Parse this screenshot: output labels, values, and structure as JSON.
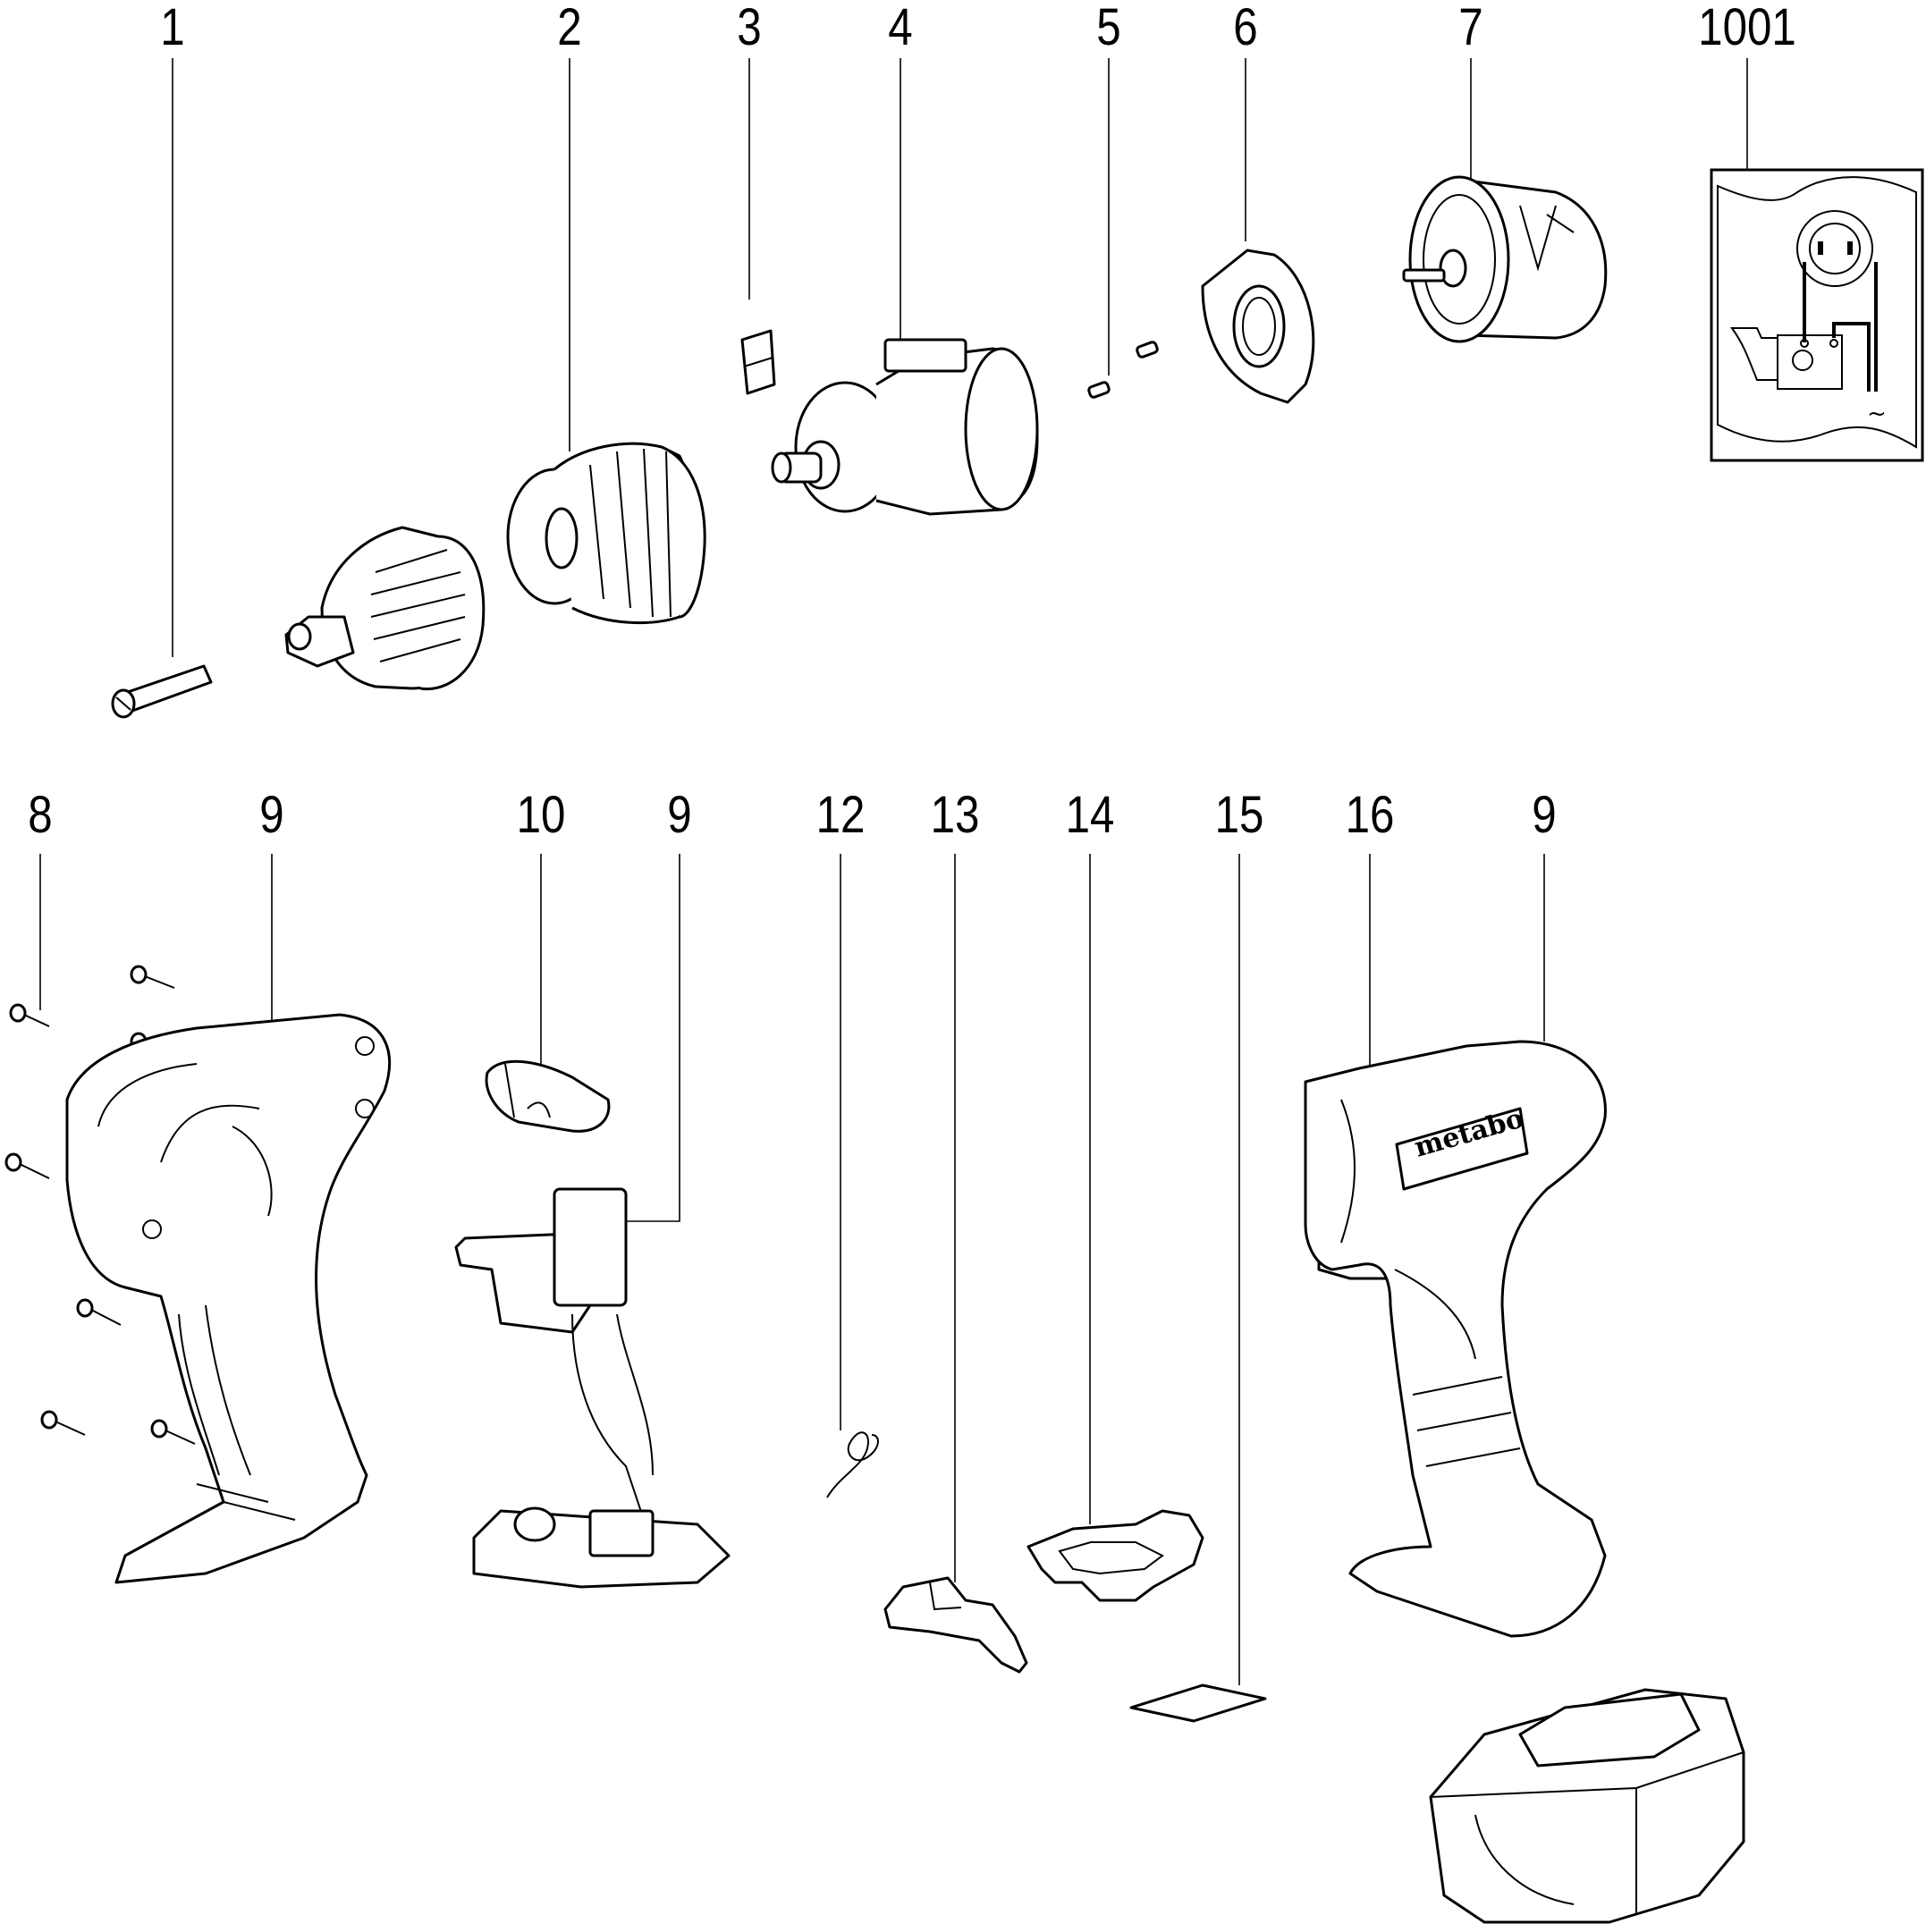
{
  "diagram": {
    "type": "exploded parts diagram",
    "subject": "cordless drill/driver",
    "brand_mark": "metabo",
    "callouts": [
      {
        "id": "c1",
        "label": "1",
        "part": "screw"
      },
      {
        "id": "c2",
        "label": "2",
        "part": "keyless chuck"
      },
      {
        "id": "c3",
        "label": "3",
        "part": "clip"
      },
      {
        "id": "c4",
        "label": "4",
        "part": "gearbox"
      },
      {
        "id": "c5",
        "label": "5",
        "part": "screws"
      },
      {
        "id": "c6",
        "label": "6",
        "part": "motor flange"
      },
      {
        "id": "c7",
        "label": "7",
        "part": "motor"
      },
      {
        "id": "c1001",
        "label": "1001",
        "part": "wiring diagram"
      },
      {
        "id": "c8",
        "label": "8",
        "part": "housing screws"
      },
      {
        "id": "c9a",
        "label": "9",
        "part": "housing half (left)"
      },
      {
        "id": "c10",
        "label": "10",
        "part": "direction switch slider"
      },
      {
        "id": "c9b",
        "label": "9",
        "part": "switch with wiring and battery contacts"
      },
      {
        "id": "c12",
        "label": "12",
        "part": "spring"
      },
      {
        "id": "c13",
        "label": "13",
        "part": "latch"
      },
      {
        "id": "c14",
        "label": "14",
        "part": "battery contact holder"
      },
      {
        "id": "c15",
        "label": "15",
        "part": "label plate"
      },
      {
        "id": "c16",
        "label": "16",
        "part": "belt clip / bit holder"
      },
      {
        "id": "c9c",
        "label": "9",
        "part": "housing half (right)"
      }
    ],
    "wiring_inset": {
      "symbol": "~"
    }
  }
}
